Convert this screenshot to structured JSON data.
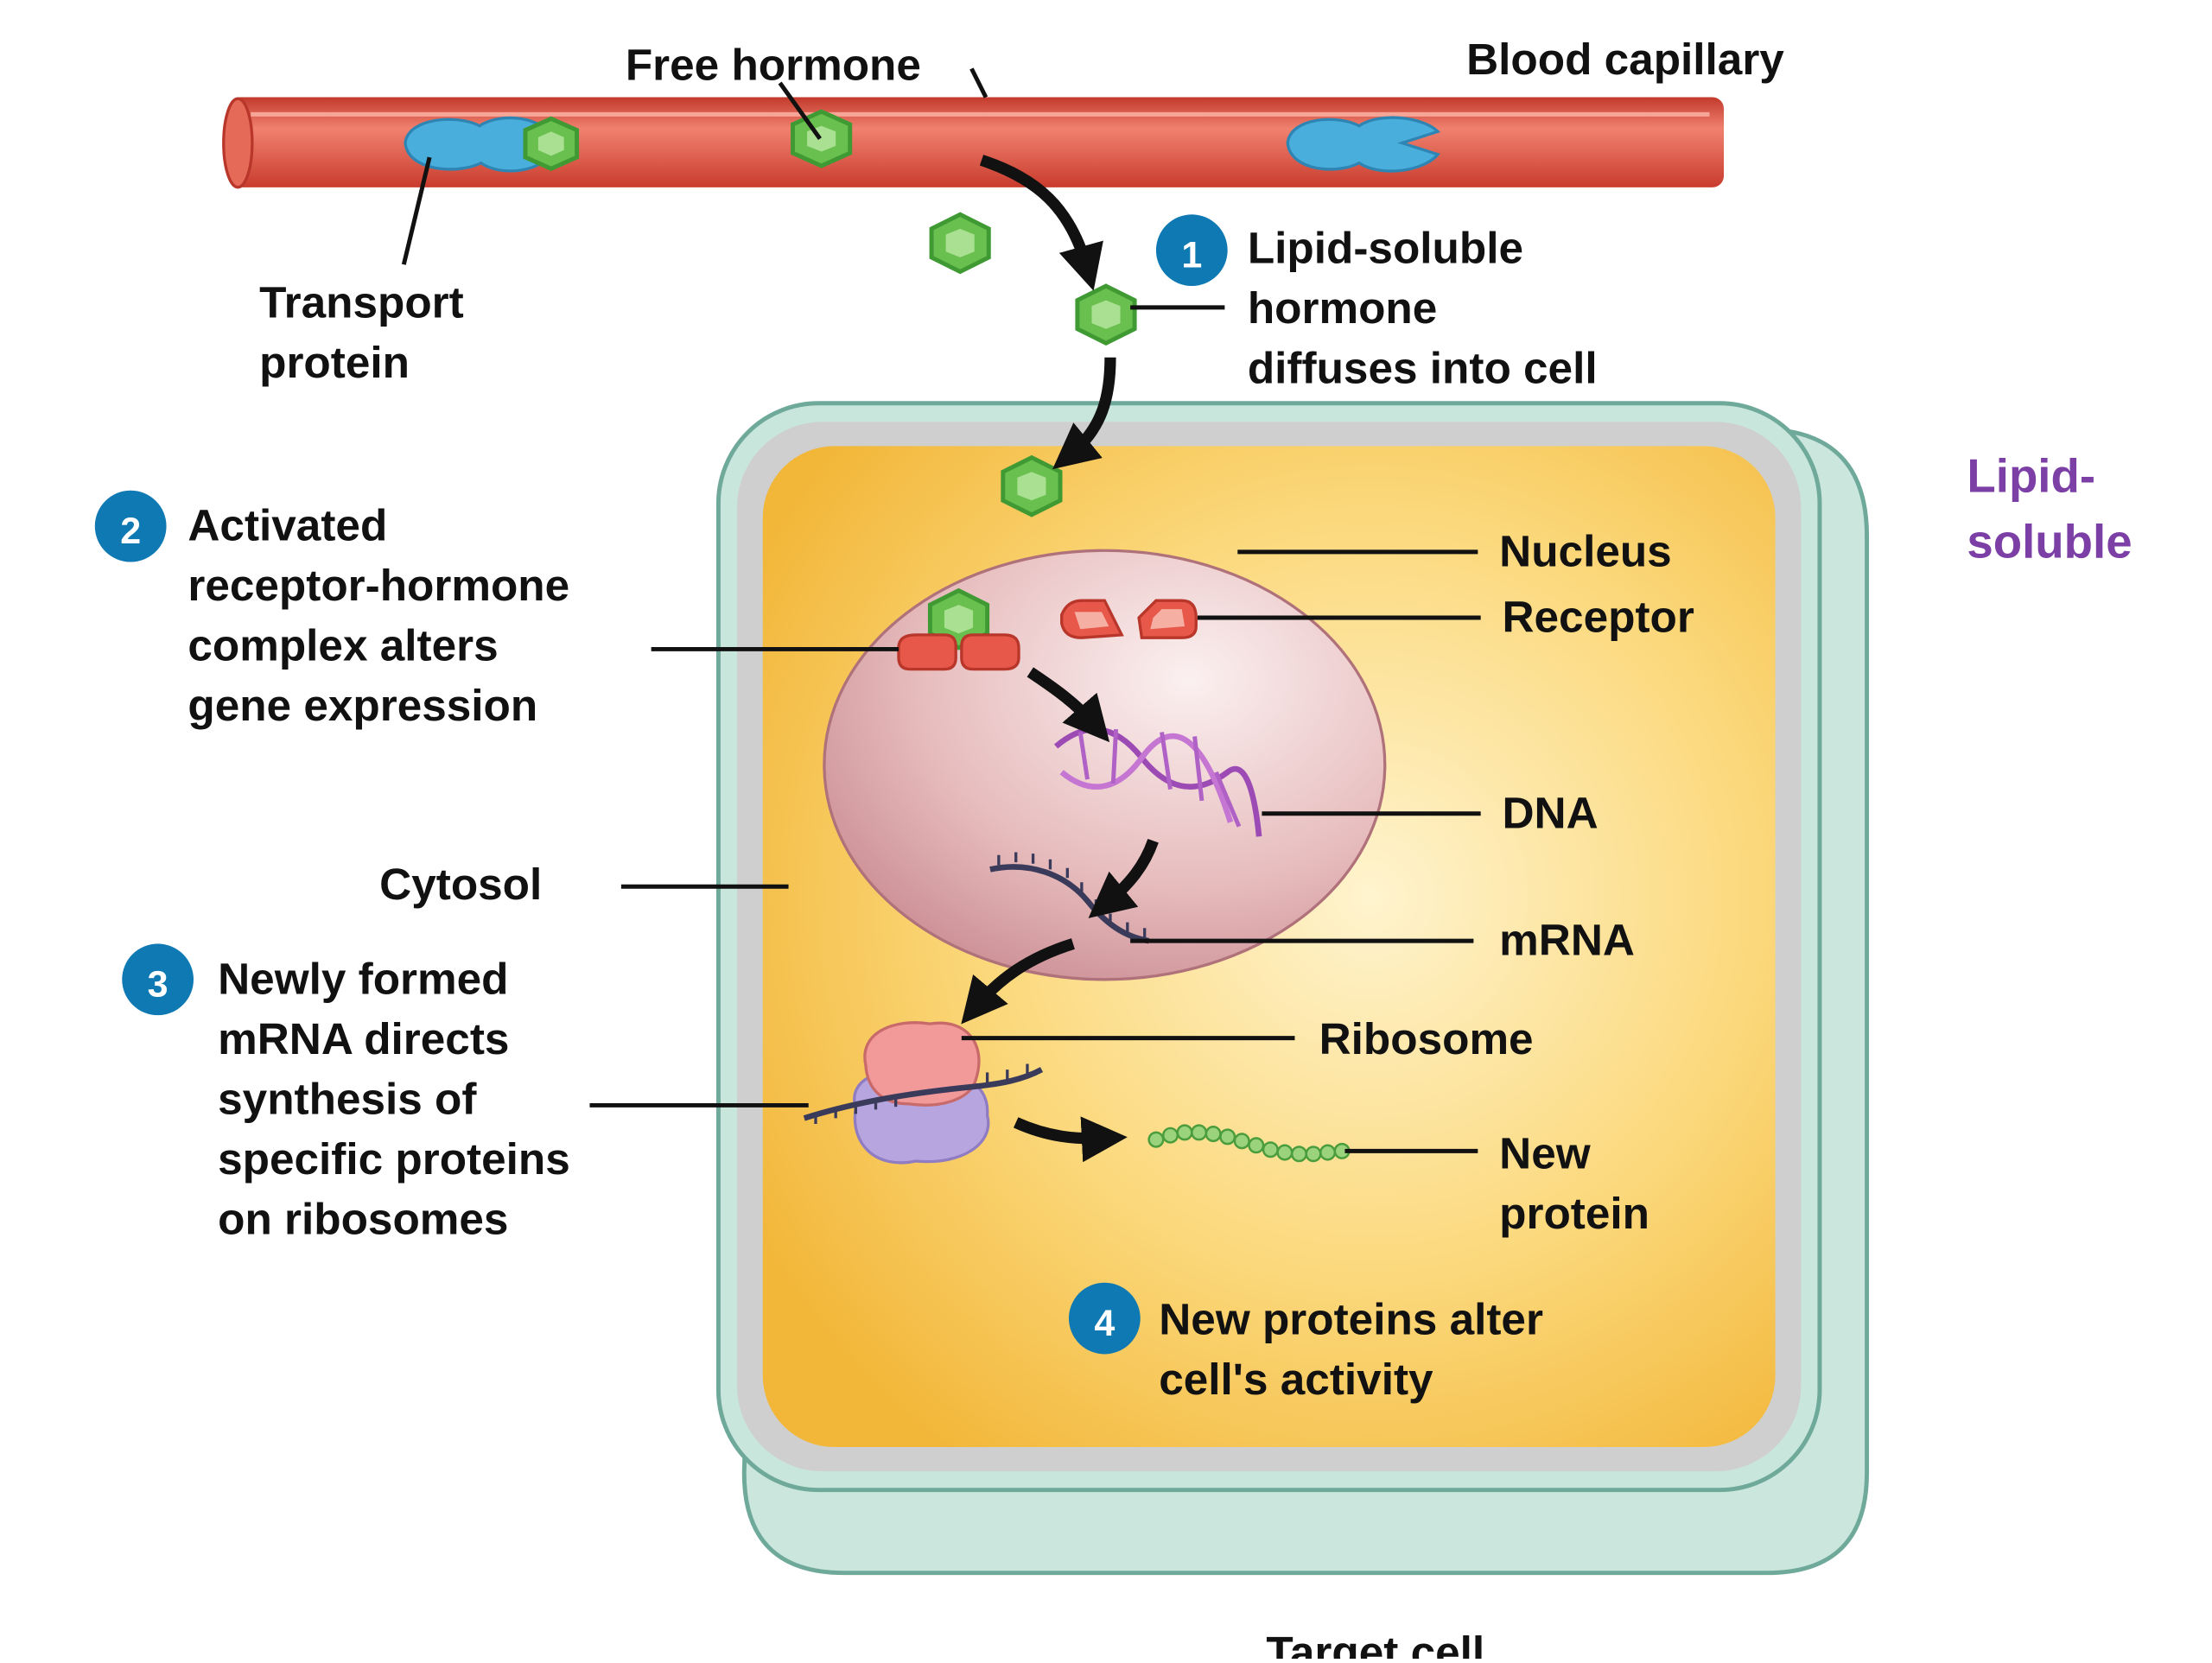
{
  "labels": {
    "free_hormone": "Free hormone",
    "blood_capillary": "Blood capillary",
    "transport_protein": [
      "Transport",
      "protein"
    ],
    "nucleus": "Nucleus",
    "receptor": "Receptor",
    "dna": "DNA",
    "mrna": "mRNA",
    "ribosome": "Ribosome",
    "new_protein": [
      "New",
      "protein"
    ],
    "cytosol": "Cytosol",
    "target_cell": "Target cell",
    "category": [
      "Lipid-",
      "soluble"
    ]
  },
  "steps": [
    {
      "number": "1",
      "lines": [
        "Lipid-soluble",
        "hormone",
        "diffuses into cell"
      ]
    },
    {
      "number": "2",
      "lines": [
        "Activated",
        "receptor-hormone",
        "complex alters",
        "gene expression"
      ]
    },
    {
      "number": "3",
      "lines": [
        "Newly formed",
        "mRNA directs",
        "synthesis of",
        "specific proteins",
        "on ribosomes"
      ]
    },
    {
      "number": "4",
      "lines": [
        "New proteins alter",
        "cell's activity"
      ]
    }
  ],
  "colors": {
    "category_text": "#7b3fa6",
    "step_badge": "#0f79b4",
    "capillary": "#d84a3c",
    "hormone": "#6ac04e",
    "transport_protein": "#4aaedc",
    "cytosol": "#f7c94a",
    "membrane": "#cfcfcf",
    "cell_wall": "#c9e6dc",
    "nucleus": "#d9a3a8",
    "receptor": "#e8584a"
  }
}
